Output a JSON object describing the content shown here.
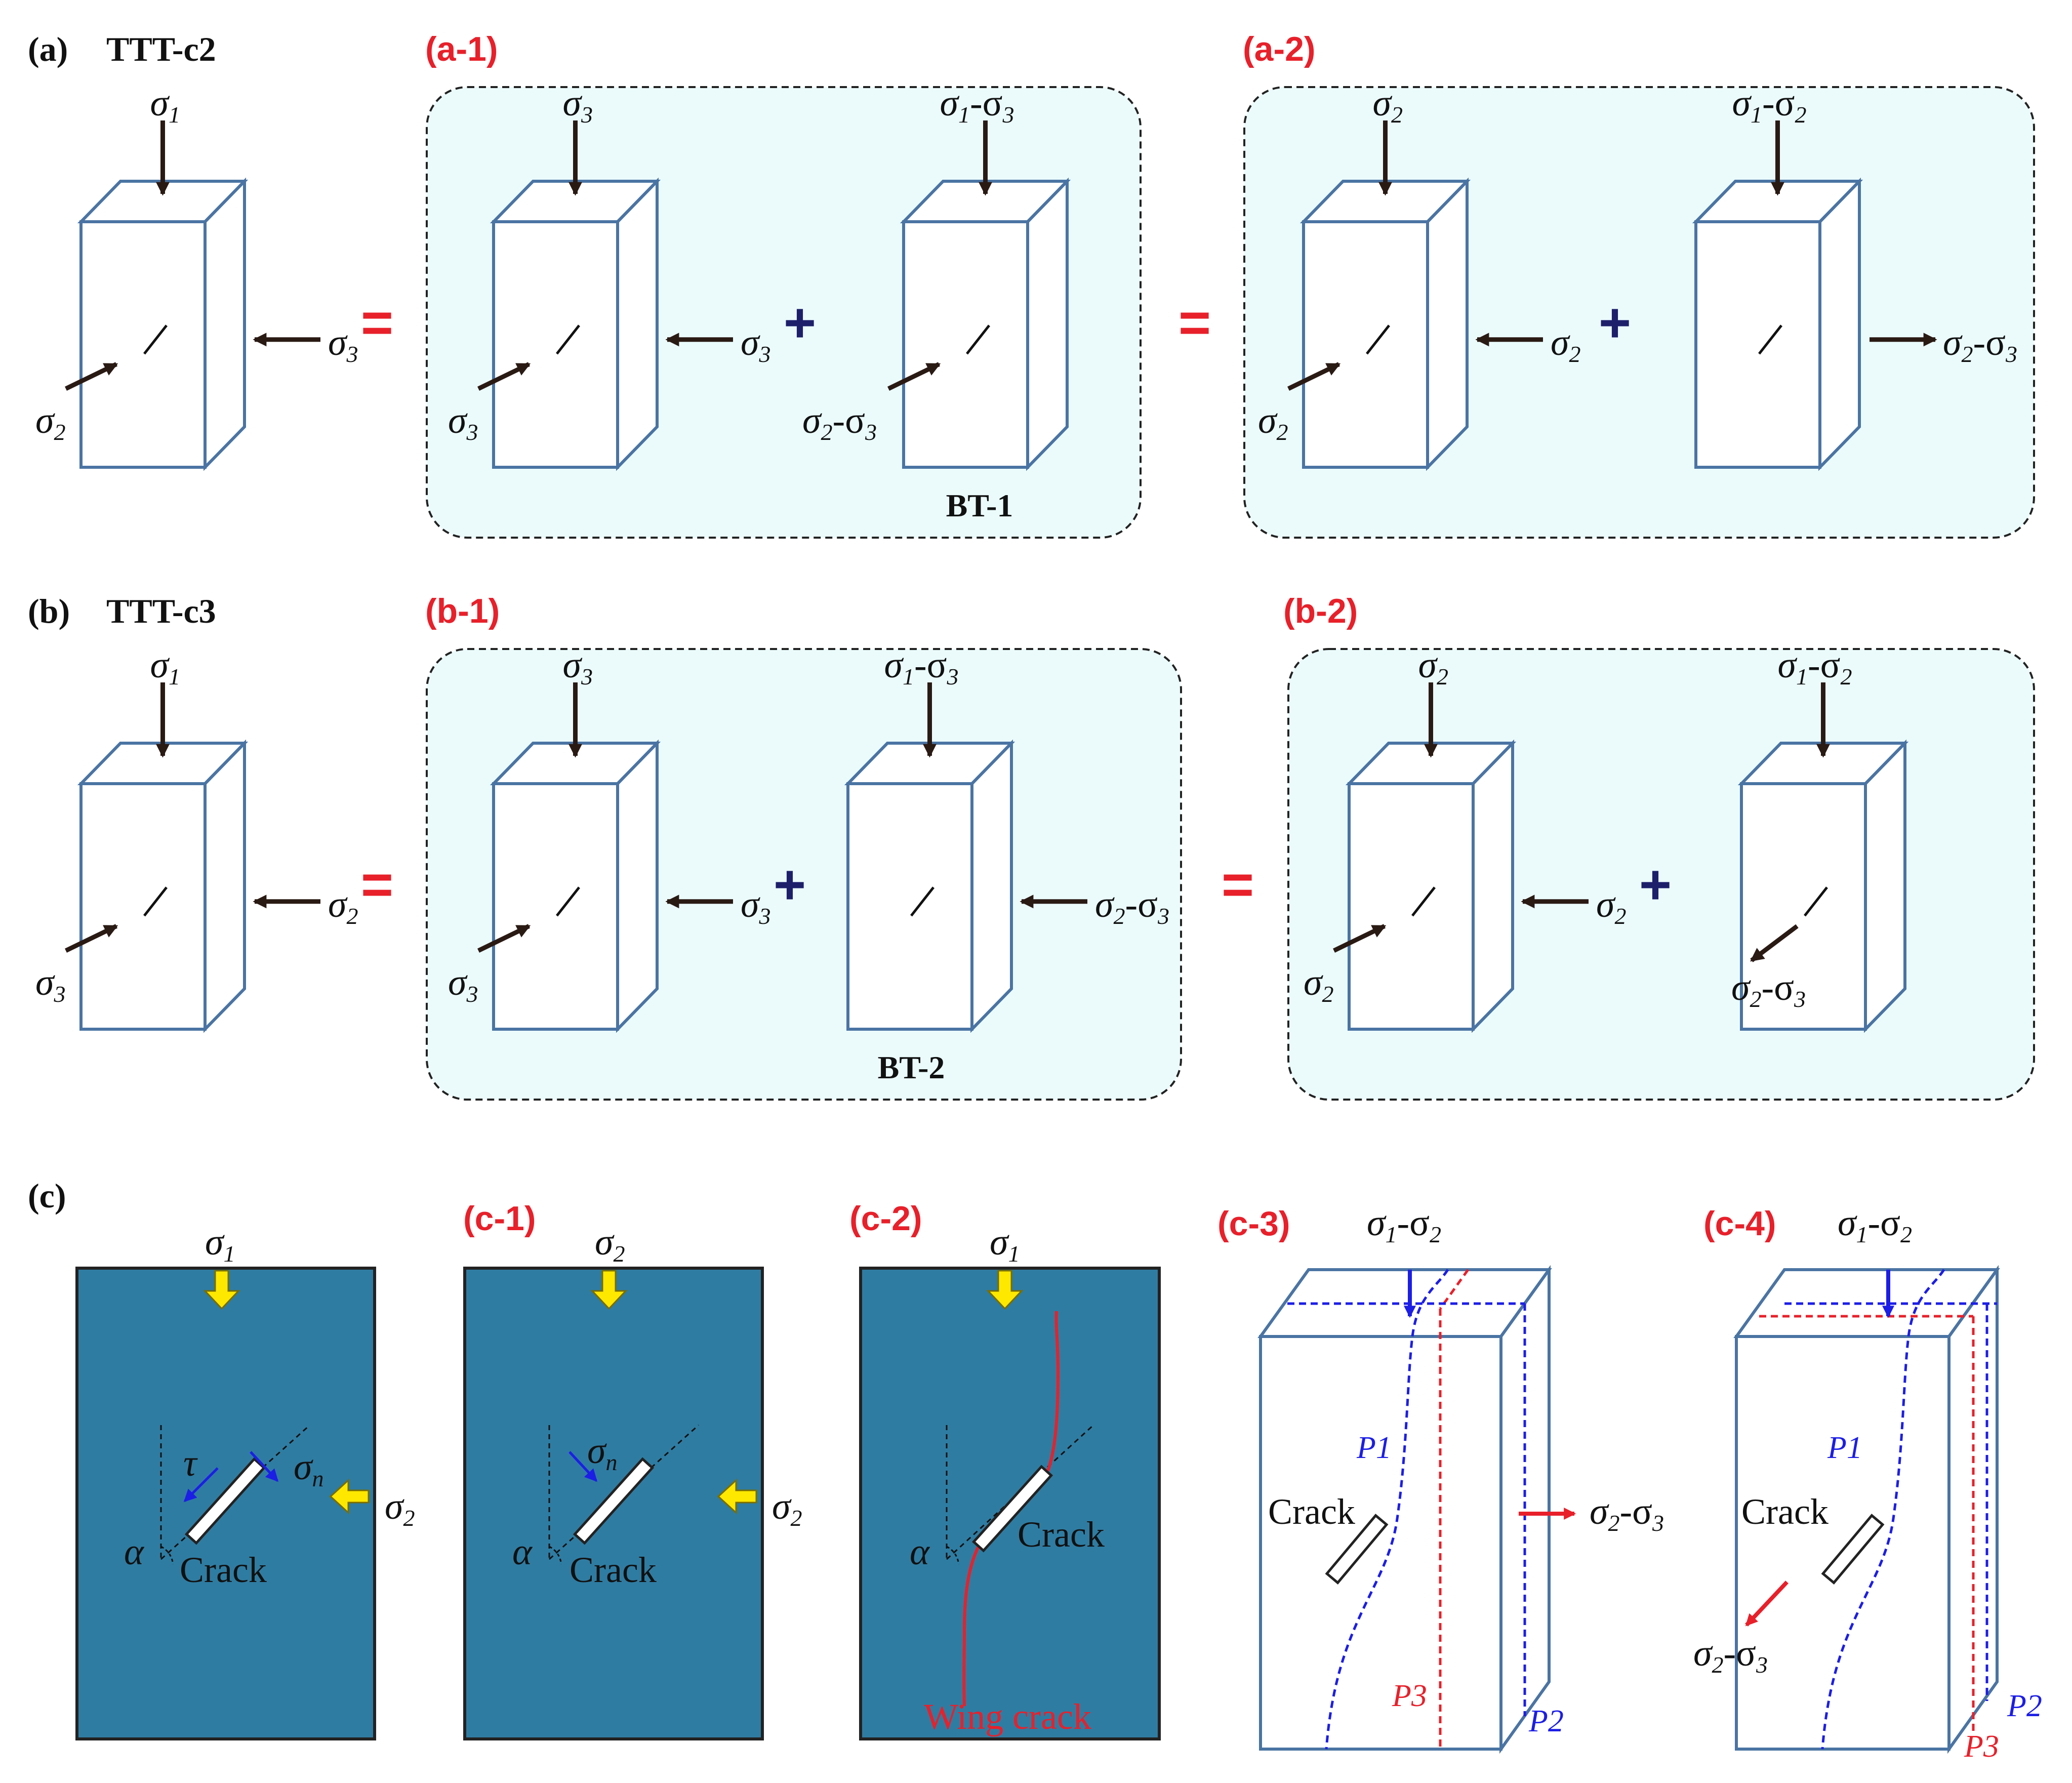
{
  "rows": [
    {
      "id": "a",
      "label": "(a)",
      "title": "TTT-c2",
      "main": {
        "top": "1",
        "side": "3",
        "front": "2"
      },
      "op1": "=",
      "panel1": {
        "label": "(a-1)",
        "caption": "BT-1",
        "blockA": {
          "top": "3",
          "side": "3",
          "front": "3"
        },
        "plus": "+",
        "blockB": {
          "top": "1-3",
          "front": "2-3"
        }
      },
      "op2": "=",
      "panel2": {
        "label": "(a-2)",
        "blockA": {
          "top": "2",
          "side": "2",
          "front": "2"
        },
        "plus": "+",
        "blockB": {
          "top": "1-2",
          "sideOut": "2-3"
        }
      }
    },
    {
      "id": "b",
      "label": "(b)",
      "title": "TTT-c3",
      "main": {
        "top": "1",
        "side": "2",
        "front": "3"
      },
      "op1": "=",
      "panel1": {
        "label": "(b-1)",
        "caption": "BT-2",
        "blockA": {
          "top": "3",
          "side": "3",
          "front": "3"
        },
        "plus": "+",
        "blockB": {
          "top": "1-3",
          "side": "2-3"
        }
      },
      "op2": "=",
      "panel2": {
        "label": "(b-2)",
        "blockA": {
          "top": "2",
          "side": "2",
          "front": "2"
        },
        "plus": "+",
        "blockB": {
          "top": "1-2",
          "frontOut": "2-3"
        }
      }
    }
  ],
  "rowC": {
    "label": "(c)",
    "c0": {
      "top": "1",
      "side": "2",
      "tau": "τ",
      "sigma_n_sub": "n",
      "alpha": "α",
      "crack": "Crack"
    },
    "c1": {
      "label": "(c-1)",
      "top": "2",
      "side": "2",
      "sigma_n_sub": "n",
      "alpha": "α",
      "crack": "Crack"
    },
    "c2": {
      "label": "(c-2)",
      "top": "1",
      "alpha": "α",
      "crack": "Crack",
      "wing": "Wing crack"
    },
    "c3": {
      "label": "(c-3)",
      "top": "1-2",
      "sideOut": "2-3",
      "crack": "Crack",
      "p1": "P1",
      "p2": "P2",
      "p3": "P3"
    },
    "c4": {
      "label": "(c-4)",
      "top": "1-2",
      "frontOut": "2-3",
      "crack": "Crack",
      "p1": "P1",
      "p2": "P2",
      "p3": "P3"
    }
  },
  "colors": {
    "block_edge": "#4a74a3",
    "block_face": "#ffffff",
    "panel_bg": "#ebfbfc",
    "panel_border": "#222222",
    "arrow": "#2a1a14",
    "label_red": "#e8202a",
    "plus": "#1d1f6b",
    "plate": "#2f7ca2",
    "yellow": "#ffe800",
    "blue": "#1c1ee6",
    "red": "#e8202a"
  }
}
